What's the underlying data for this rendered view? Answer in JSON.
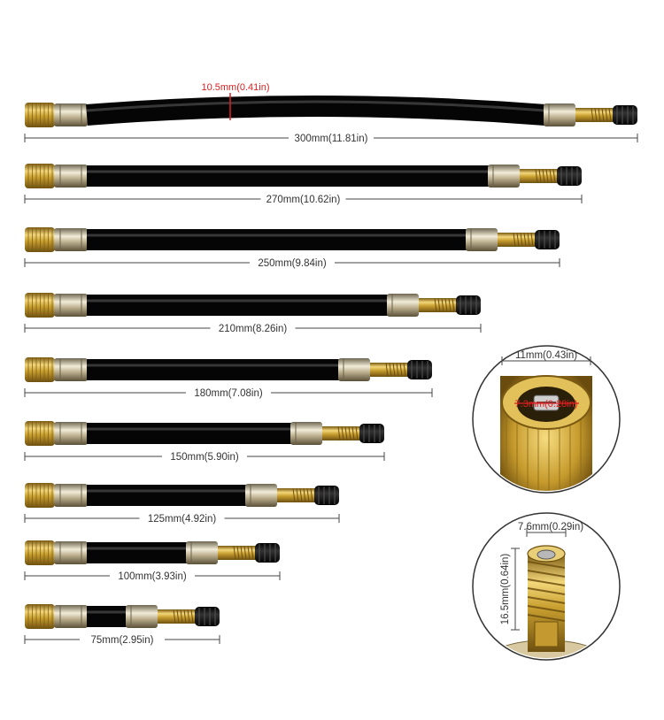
{
  "colors": {
    "brass": "#c9a030",
    "hose": "#141414",
    "dimension_line": "#444444",
    "highlight": "#e02020"
  },
  "hose_diameter": "10.5mm(0.41in)",
  "extensions": [
    {
      "length_label": "300mm(11.81in)"
    },
    {
      "length_label": "270mm(10.62in)"
    },
    {
      "length_label": "250mm(9.84in)"
    },
    {
      "length_label": "210mm(8.26in)"
    },
    {
      "length_label": "180mm(7.08in)"
    },
    {
      "length_label": "150mm(5.90in)"
    },
    {
      "length_label": "125mm(4.92in)"
    },
    {
      "length_label": "100mm(3.93in)"
    },
    {
      "length_label": "75mm(2.95in)"
    }
  ],
  "detail_top": {
    "outer_label": "11mm(0.43in)",
    "inner_label": "7.3mm(0.28in)"
  },
  "detail_bottom": {
    "width_label": "7.6mm(0.29in)",
    "height_label": "16.5mm(0.64in)"
  }
}
